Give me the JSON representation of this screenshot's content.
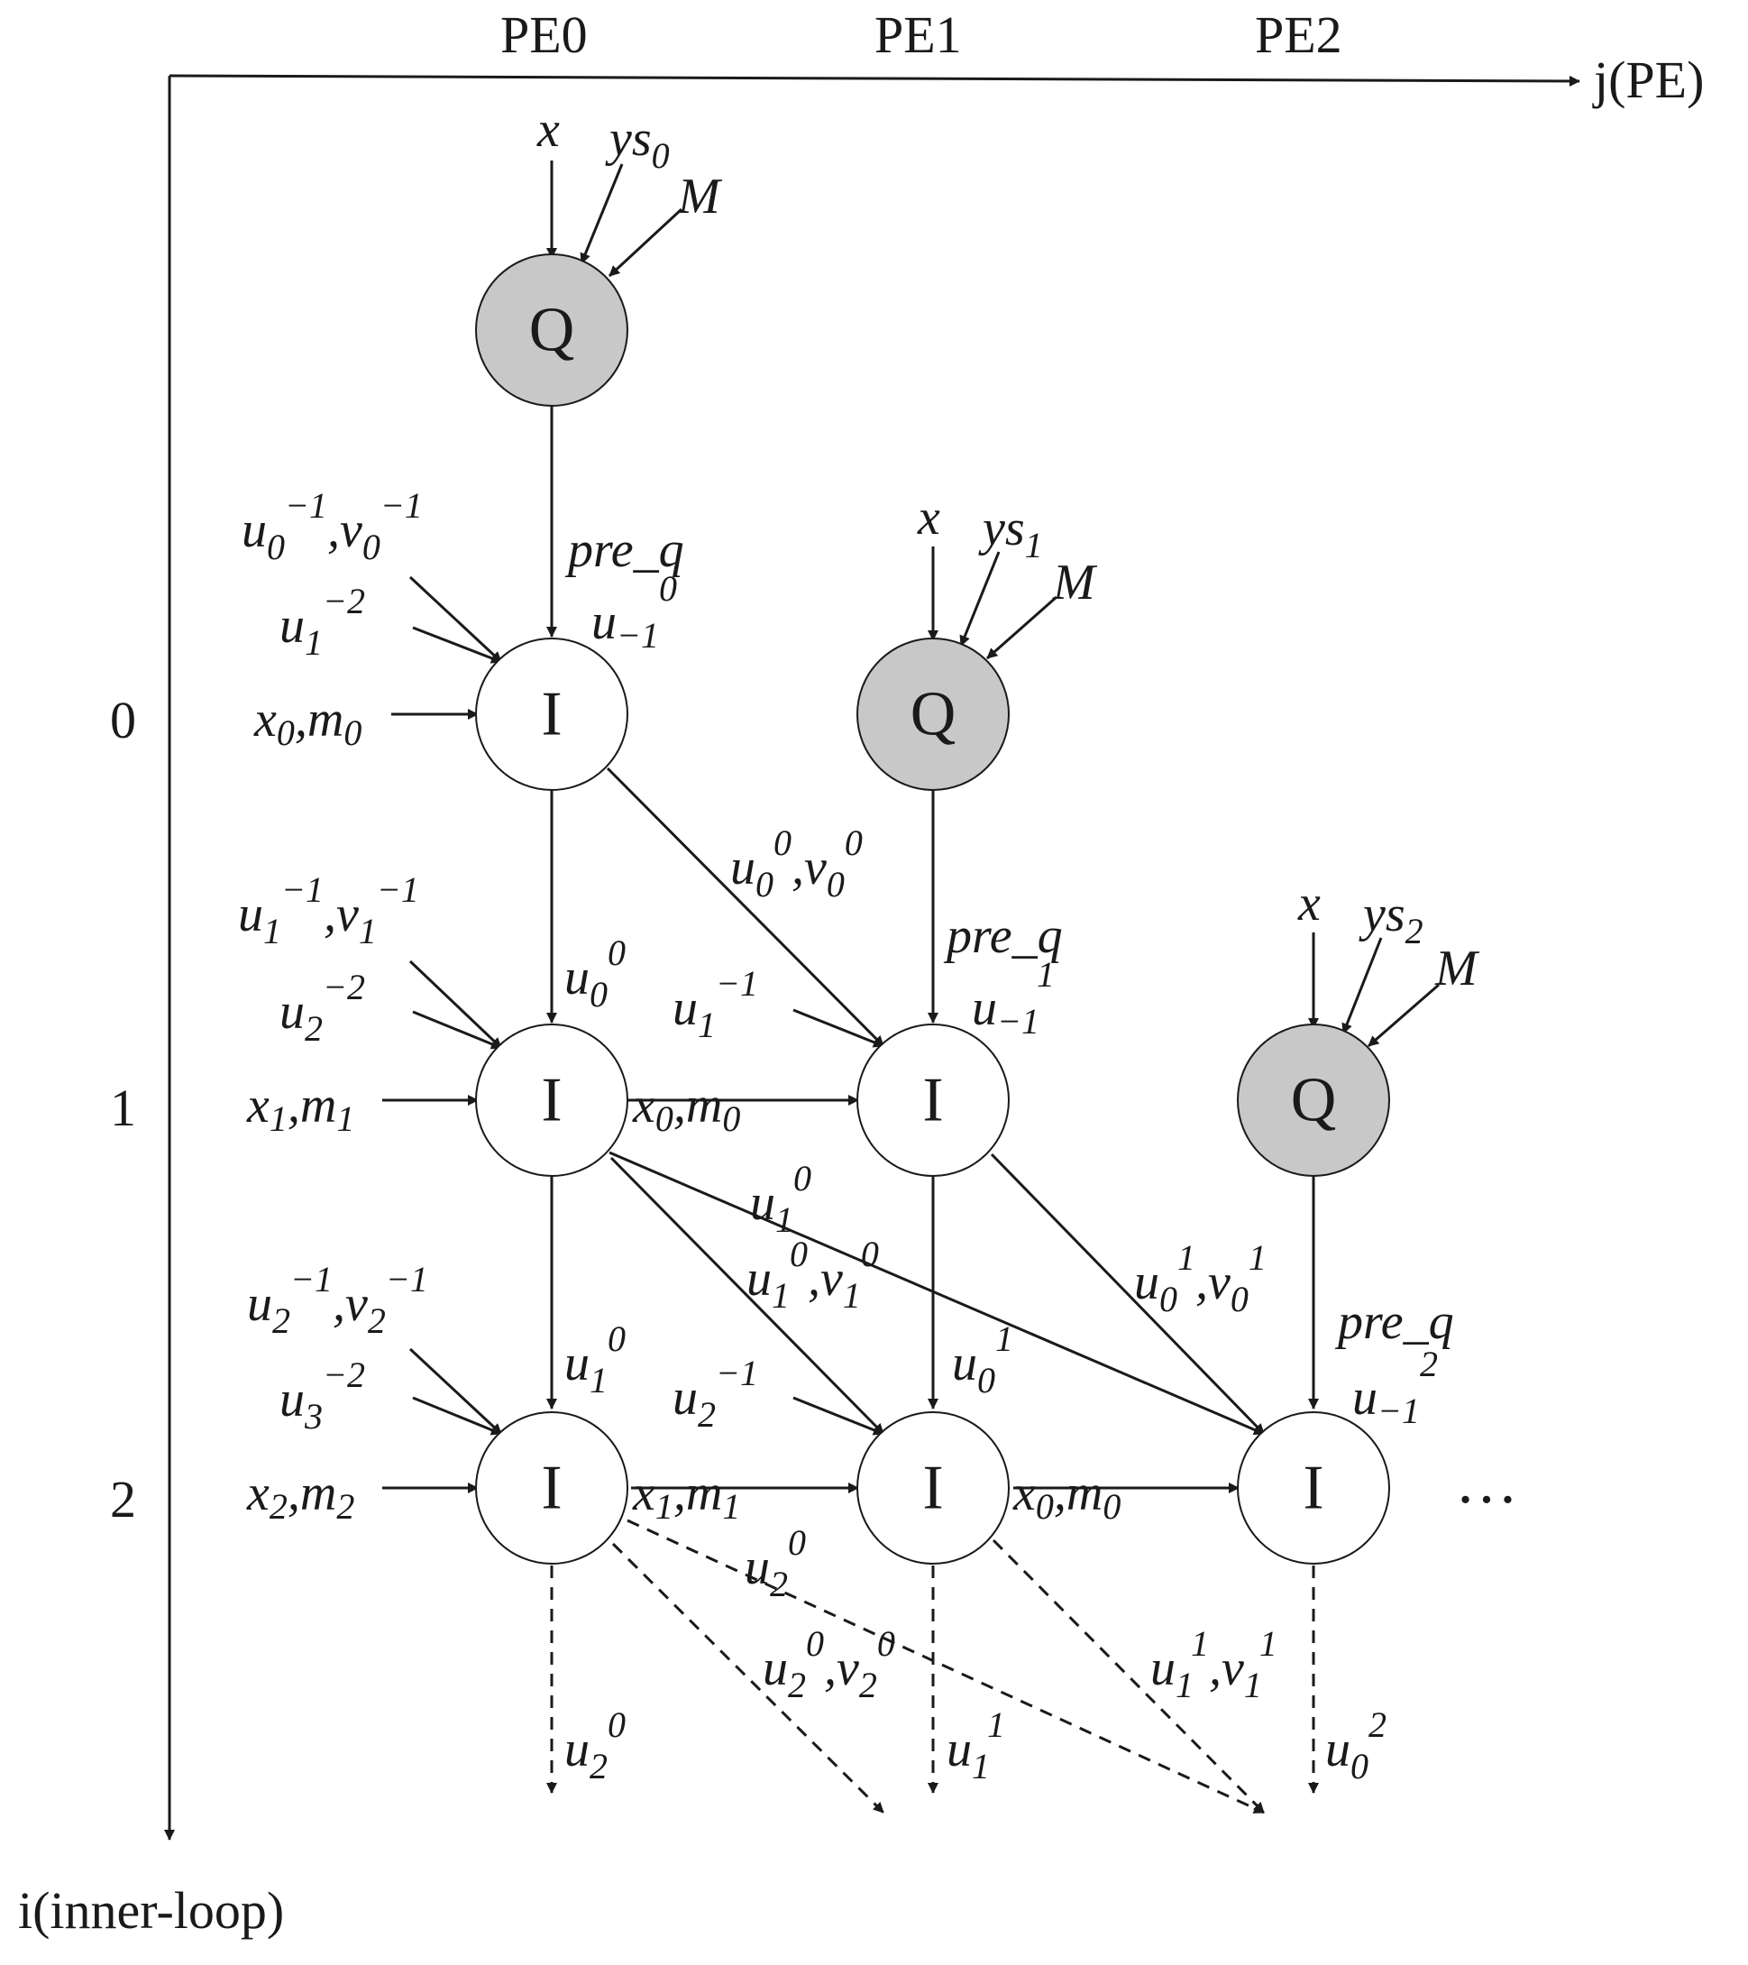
{
  "axes": {
    "x_label": "j(PE)",
    "y_label": "i(inner-loop)",
    "columns": [
      "PE0",
      "PE1",
      "PE2"
    ],
    "rows": [
      "0",
      "1",
      "2"
    ]
  },
  "nodes": {
    "q_label": "Q",
    "i_label": "I",
    "ellipsis": "…"
  },
  "q_inputs": [
    {
      "x": "x",
      "ys_base": "ys",
      "ys_sub": "0",
      "m": "M"
    },
    {
      "x": "x",
      "ys_base": "ys",
      "ys_sub": "1",
      "m": "M"
    },
    {
      "x": "x",
      "ys_base": "ys",
      "ys_sub": "2",
      "m": "M"
    }
  ],
  "pre_q": "pre_q",
  "edge_labels": {
    "row0": {
      "uv_in": {
        "u": "u",
        "u_sub": "0",
        "u_sup": "−1",
        "v": "v",
        "v_sub": "0",
        "v_sup": "−1"
      },
      "u_in": {
        "u": "u",
        "u_sub": "1",
        "u_sup": "−2"
      },
      "xm_in": {
        "x": "x",
        "x_sub": "0",
        "m": "m",
        "m_sub": "0"
      },
      "u_top": {
        "u": "u",
        "u_sub": "−1",
        "u_sup": "0"
      },
      "diag": {
        "u": "u",
        "u_sub": "0",
        "u_sup": "0",
        "v": "v",
        "v_sub": "0",
        "v_sup": "0"
      }
    },
    "row1": {
      "uv_in": {
        "u": "u",
        "u_sub": "1",
        "u_sup": "−1",
        "v": "v",
        "v_sub": "1",
        "v_sup": "−1"
      },
      "u_in": {
        "u": "u",
        "u_sub": "2",
        "u_sup": "−2"
      },
      "xm_in": {
        "x": "x",
        "x_sub": "1",
        "m": "m",
        "m_sub": "1"
      },
      "u_down": {
        "u": "u",
        "u_sub": "0",
        "u_sup": "0"
      },
      "pe1_u_in": {
        "u": "u",
        "u_sub": "1",
        "u_sup": "−1"
      },
      "pe1_u_top": {
        "u": "u",
        "u_sub": "−1",
        "u_sup": "1"
      },
      "xm_mid": {
        "x": "x",
        "x_sub": "0",
        "m": "m",
        "m_sub": "0"
      },
      "long_u": {
        "u": "u",
        "u_sub": "1",
        "u_sup": "0"
      },
      "diag": {
        "u": "u",
        "u_sub": "1",
        "u_sup": "0",
        "v": "v",
        "v_sub": "1",
        "v_sup": "0"
      },
      "pe1_diag": {
        "u": "u",
        "u_sub": "0",
        "u_sup": "1",
        "v": "v",
        "v_sub": "0",
        "v_sup": "1"
      }
    },
    "row2": {
      "uv_in": {
        "u": "u",
        "u_sub": "2",
        "u_sup": "−1",
        "v": "v",
        "v_sub": "2",
        "v_sup": "−1"
      },
      "u_in": {
        "u": "u",
        "u_sub": "3",
        "u_sup": "−2"
      },
      "xm_in": {
        "x": "x",
        "x_sub": "2",
        "m": "m",
        "m_sub": "2"
      },
      "u_down": {
        "u": "u",
        "u_sub": "1",
        "u_sup": "0"
      },
      "pe1_u_in": {
        "u": "u",
        "u_sub": "2",
        "u_sup": "−1"
      },
      "pe1_u_down": {
        "u": "u",
        "u_sub": "0",
        "u_sup": "1"
      },
      "pe2_u_top": {
        "u": "u",
        "u_sub": "−1",
        "u_sup": "2"
      },
      "xm_mid1": {
        "x": "x",
        "x_sub": "1",
        "m": "m",
        "m_sub": "1"
      },
      "xm_mid2": {
        "x": "x",
        "x_sub": "0",
        "m": "m",
        "m_sub": "0"
      },
      "long_u": {
        "u": "u",
        "u_sub": "2",
        "u_sup": "0"
      },
      "diag": {
        "u": "u",
        "u_sub": "2",
        "u_sup": "0",
        "v": "v",
        "v_sub": "2",
        "v_sup": "0"
      },
      "pe1_diag": {
        "u": "u",
        "u_sub": "1",
        "u_sup": "1",
        "v": "v",
        "v_sub": "1",
        "v_sup": "1"
      },
      "out0": {
        "u": "u",
        "u_sub": "2",
        "u_sup": "0"
      },
      "out1": {
        "u": "u",
        "u_sub": "1",
        "u_sup": "1"
      },
      "out2": {
        "u": "u",
        "u_sub": "0",
        "u_sup": "2"
      }
    }
  },
  "colors": {
    "q_fill": "#c8c8c8",
    "i_fill": "#ffffff",
    "stroke": "#1a1a1a"
  }
}
